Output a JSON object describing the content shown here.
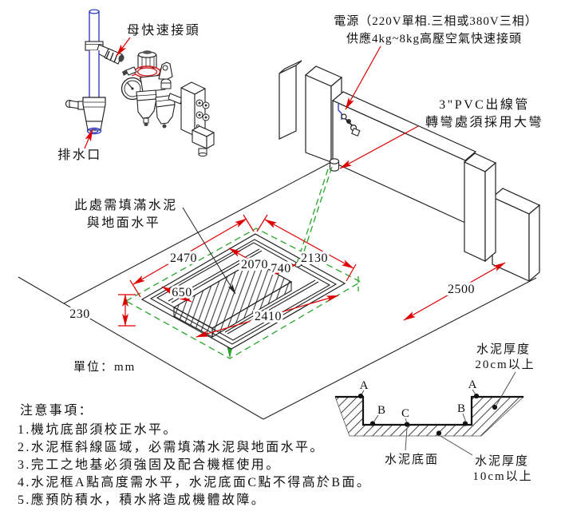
{
  "colors": {
    "dimension_red": "#dd0000",
    "conduit_green": "#2aa52a",
    "pipe_blue": "#2233bb"
  },
  "callouts": {
    "power_supply": {
      "line1": "電源（220V單相.三相或380V三相）",
      "line2": "供應4kg~8kg高壓空氣快速接頭"
    },
    "pvc_conduit": {
      "line1": "3\"PVC出線管",
      "line2": "轉彎處須採用大彎"
    },
    "female_quick_coupler": "母快速接頭",
    "drain_outlet": "排水口",
    "cement_fill": {
      "line1": "此處需填滿水泥",
      "line2": "與地面水平"
    },
    "unit": "單位：mm"
  },
  "dimensions_mm": {
    "outer_left": "2470",
    "outer_right": "2130",
    "inner_width": "2070",
    "offset_740": "740",
    "offset_650": "650",
    "depth": "230",
    "plate_length": "2410",
    "wall_distance": "2500"
  },
  "notes": {
    "title": "注意事項：",
    "items": [
      "1.機坑底部須校正水平。",
      "2.水泥框斜線區域，必需填滿水泥與地面水平。",
      "3.完工之地基必須強固及配合機框使用。",
      "4.水泥框A點高度需水平，水泥底面C點不得高於B面。",
      "5.應預防積水，積水將造成機體故障。"
    ]
  },
  "cross_section": {
    "point_a": "A",
    "point_b": "B",
    "point_c": "C",
    "thickness_top": {
      "line1": "水泥厚度",
      "line2": "20cm以上"
    },
    "bottom_surface": "水泥底面",
    "thickness_bottom": {
      "line1": "水泥厚度",
      "line2": "10cm以上"
    }
  }
}
